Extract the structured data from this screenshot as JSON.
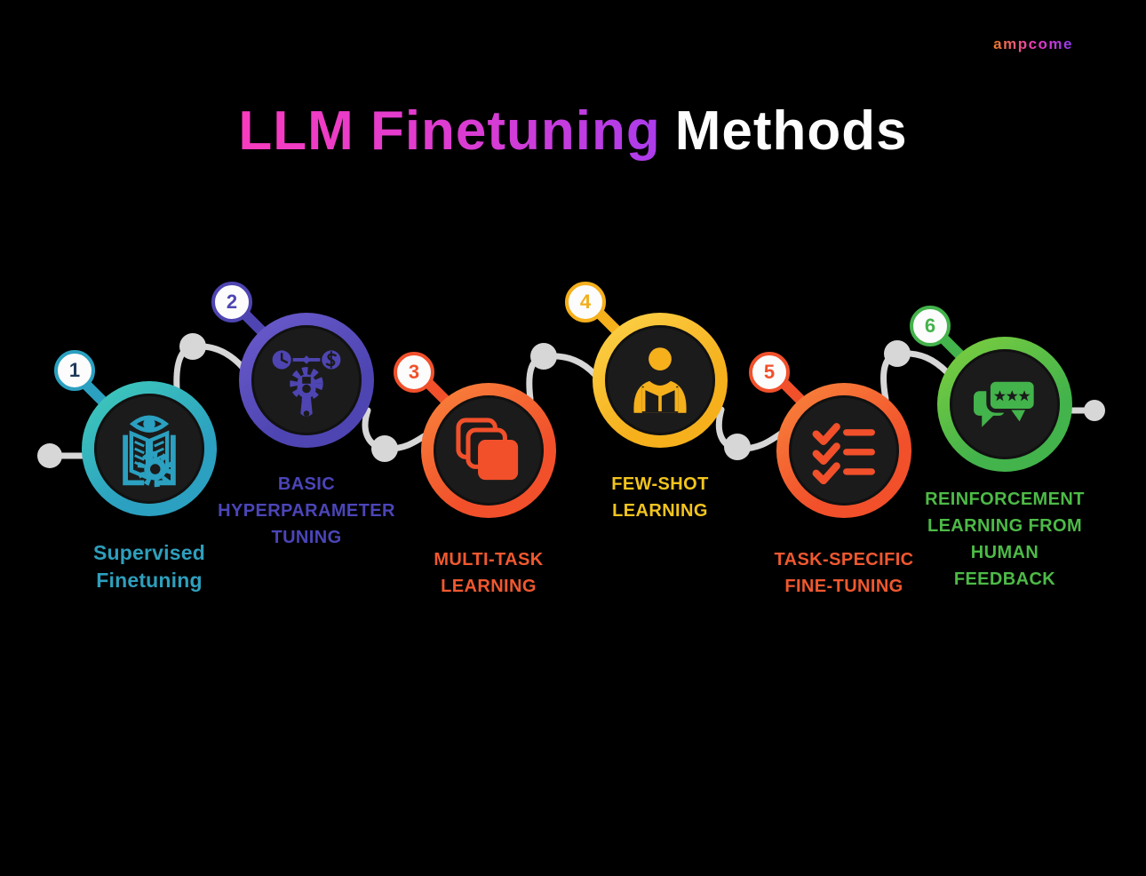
{
  "brand": {
    "logo": "ampcome"
  },
  "title": {
    "highlight": "LLM Finetuning",
    "rest": "Methods"
  },
  "decor": {
    "background": "#000000",
    "inner_circle": "#1B1B1B",
    "connector_color": "#D7D7D7"
  },
  "methods": [
    {
      "number": "1",
      "icon": "book-eye-gear-icon",
      "color": "#2BA0C0",
      "color_light": "#3FC9BB",
      "number_color": "#20395A",
      "label_color": "#2E9FBC",
      "label_lines": [
        "Supervised",
        "Finetuning"
      ]
    },
    {
      "number": "2",
      "icon": "hyperparameter-tuning-icon",
      "color": "#4E45B2",
      "color_light": "#6A5ACB",
      "number_color": "#4E45B2",
      "label_color": "#4B45B8",
      "label_lines": [
        "BASIC",
        "HYPERPARAMETER",
        "TUNING"
      ]
    },
    {
      "number": "3",
      "icon": "stacked-layers-icon",
      "color": "#F1502B",
      "color_light": "#F8823B",
      "number_color": "#F1502B",
      "label_color": "#F0582F",
      "label_lines": [
        "MULTI-TASK",
        "LEARNING"
      ]
    },
    {
      "number": "4",
      "icon": "person-reading-icon",
      "color": "#F5B01C",
      "color_light": "#FCD047",
      "number_color": "#F2AE1D",
      "label_color": "#F2C41E",
      "label_lines": [
        "FEW-SHOT",
        "LEARNING"
      ]
    },
    {
      "number": "5",
      "icon": "checklist-icon",
      "color": "#F1502B",
      "color_light": "#F8823B",
      "number_color": "#F1502B",
      "label_color": "#F0582F",
      "label_lines": [
        "TASK-SPECIFIC",
        "FINE-TUNING"
      ]
    },
    {
      "number": "6",
      "icon": "feedback-chat-icon",
      "color": "#43B34B",
      "color_light": "#7CCE3F",
      "number_color": "#43B34B",
      "label_color": "#4DBA47",
      "label_lines": [
        "REINFORCEMENT",
        "LEARNING FROM",
        "HUMAN",
        "FEEDBACK"
      ]
    }
  ]
}
